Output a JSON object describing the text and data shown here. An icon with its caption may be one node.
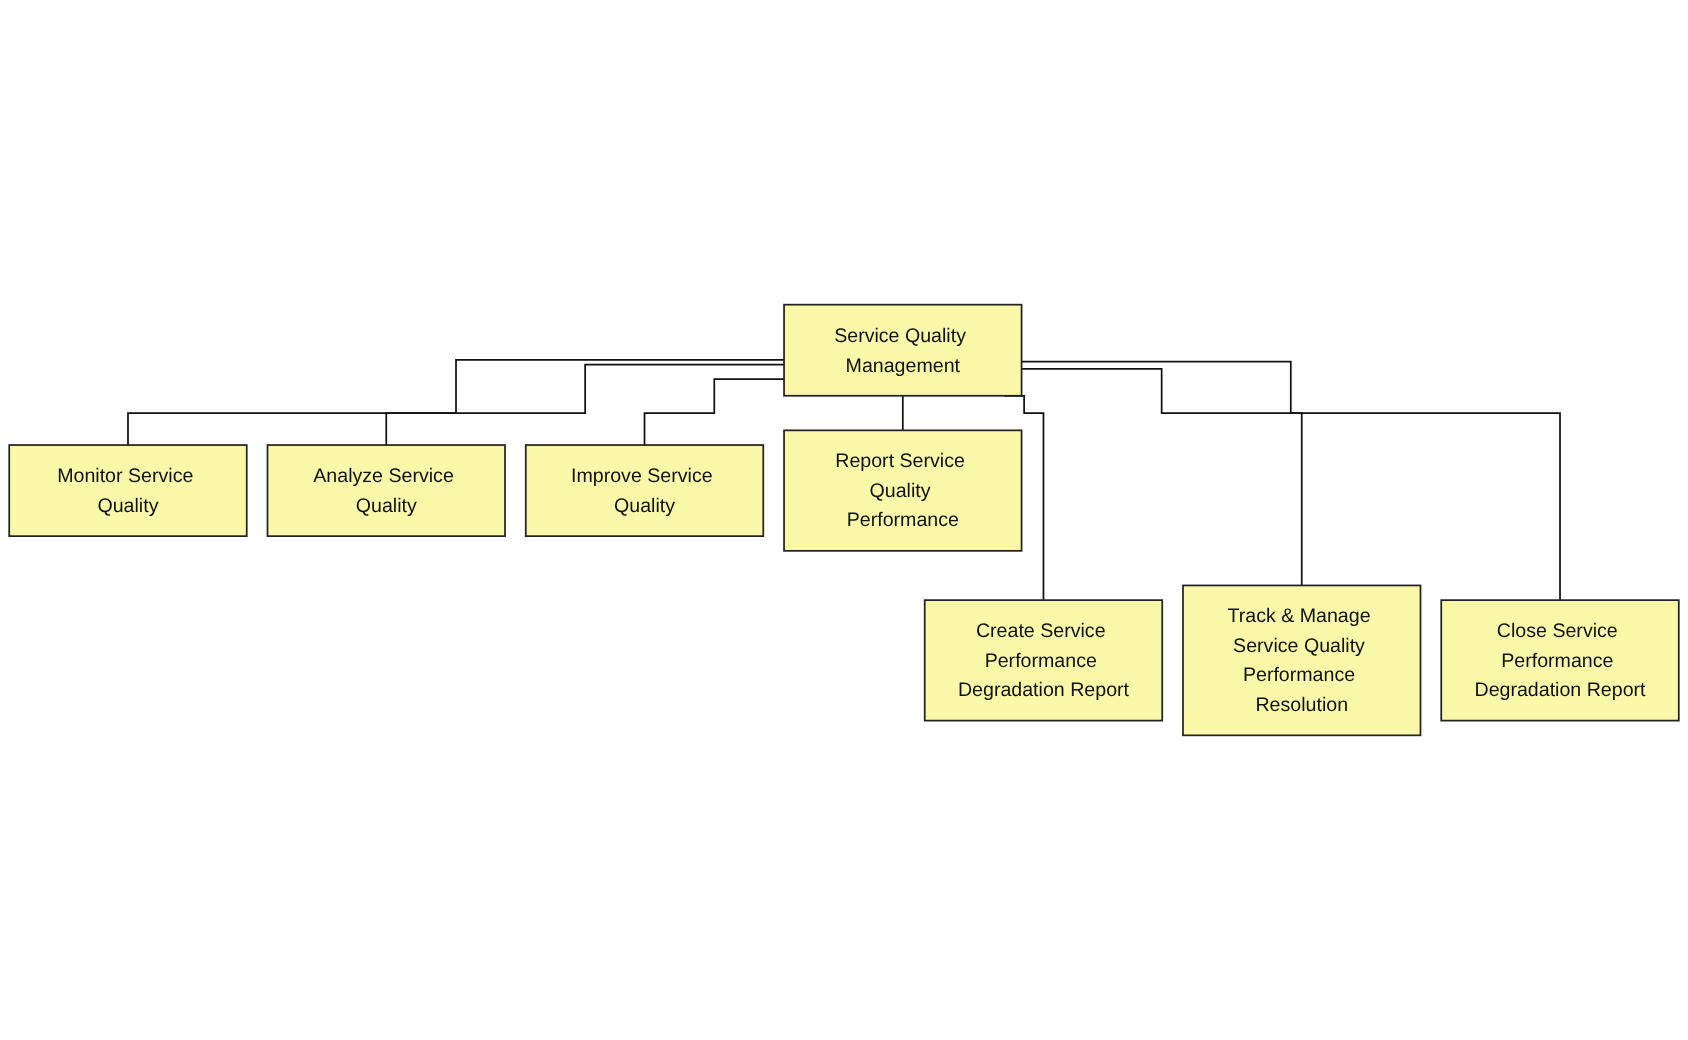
{
  "diagram": {
    "nodes": [
      {
        "text": [
          "Service Quality Management"
        ]
      },
      {
        "text": [
          "Monitor Service Quality"
        ]
      },
      {
        "text": [
          "Analyze Service Quality"
        ]
      },
      {
        "text": [
          "Improve Service Quality"
        ]
      },
      {
        "text": [
          "Report Service Quality Performance"
        ]
      },
      {
        "text": [
          "Create Service Performance Degradation Report"
        ]
      },
      {
        "text": [
          "Track & Manage Service Quality Performance Resolution"
        ]
      },
      {
        "text": [
          "Close Service Performance Degradation Report"
        ]
      }
    ],
    "edges": [
      {
        "from": 0,
        "to": 1,
        "arrow": "none"
      },
      {
        "from": 0,
        "to": 5,
        "arrow": "none"
      },
      {
        "from": 0,
        "to": 2,
        "arrow": "none"
      },
      {
        "from": 0,
        "to": 6,
        "arrow": "none"
      },
      {
        "from": 0,
        "to": 3,
        "arrow": "none"
      },
      {
        "from": 0,
        "to": 7,
        "arrow": "none"
      },
      {
        "from": 0,
        "to": 4,
        "arrow": "none"
      }
    ]
  }
}
